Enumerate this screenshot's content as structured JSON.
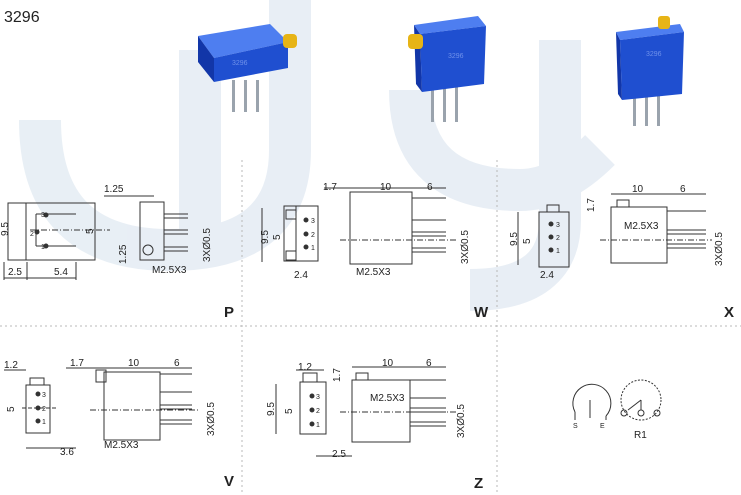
{
  "part_number": "3296",
  "watermark": "dy",
  "schematic_label": "R1",
  "schematic_labels": {
    "s": "S",
    "e": "E"
  },
  "variants": {
    "P": {
      "label": "P",
      "dims": {
        "top": "1.25",
        "left_h": "9.5",
        "mid_h": "5",
        "bottom_left": "2.5",
        "bottom_right": "5.4",
        "pin_h": "1.25",
        "screw": "M2.5X3",
        "pins": "3XØ0.5"
      },
      "pins": [
        "3",
        "2",
        "1"
      ]
    },
    "W": {
      "label": "W",
      "dims": {
        "d1": "1.7",
        "d2": "10",
        "d3": "6",
        "left_h": "9.5",
        "mid_h": "5",
        "bottom": "2.4",
        "screw": "M2.5X3",
        "pins": "3XØ0.5"
      },
      "pins": [
        "3",
        "2",
        "1"
      ]
    },
    "X": {
      "label": "X",
      "dims": {
        "d1": "10",
        "d2": "6",
        "left_h": "9.5",
        "mid_h": "5",
        "side": "1.7",
        "bottom": "2.4",
        "screw": "M2.5X3",
        "pins": "3XØ0.5"
      },
      "pins": [
        "3",
        "2",
        "1"
      ]
    },
    "V": {
      "label": "V",
      "dims": {
        "d0": "1.2",
        "d1": "1.7",
        "d2": "10",
        "d3": "6",
        "mid_h": "5",
        "bottom": "3.6",
        "screw": "M2.5X3",
        "pins": "3XØ0.5"
      },
      "pins": [
        "3",
        "2",
        "1"
      ]
    },
    "Z": {
      "label": "Z",
      "dims": {
        "d0": "1.2",
        "d1": "10",
        "d2": "6",
        "left_h": "9.5",
        "mid_h": "5",
        "side": "1.7",
        "bottom": "2.5",
        "screw": "M2.5X3",
        "pins": "3XØ0.5"
      },
      "pins": [
        "3",
        "2",
        "1"
      ]
    }
  },
  "colors": {
    "body_blue": "#1f4fd0",
    "body_blue_dark": "#1236a8",
    "screw_gold": "#e7b416",
    "watermark": "#e8eef5",
    "line": "#333333"
  }
}
